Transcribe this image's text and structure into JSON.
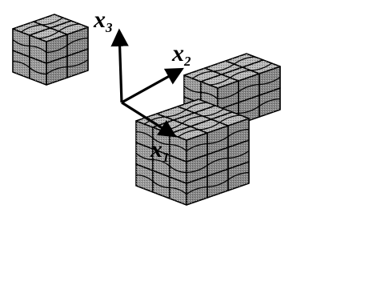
{
  "figure": {
    "axes": [
      {
        "id": "x1",
        "symbol": "x",
        "subscript": "1"
      },
      {
        "id": "x2",
        "symbol": "x",
        "subscript": "2"
      },
      {
        "id": "x3",
        "symbol": "x",
        "subscript": "3"
      }
    ],
    "colors": {
      "line": "#000000",
      "fill_top": "#b8b8b8",
      "fill_left": "#9a9a9a",
      "fill_right": "#868686",
      "background": "#ffffff"
    }
  }
}
